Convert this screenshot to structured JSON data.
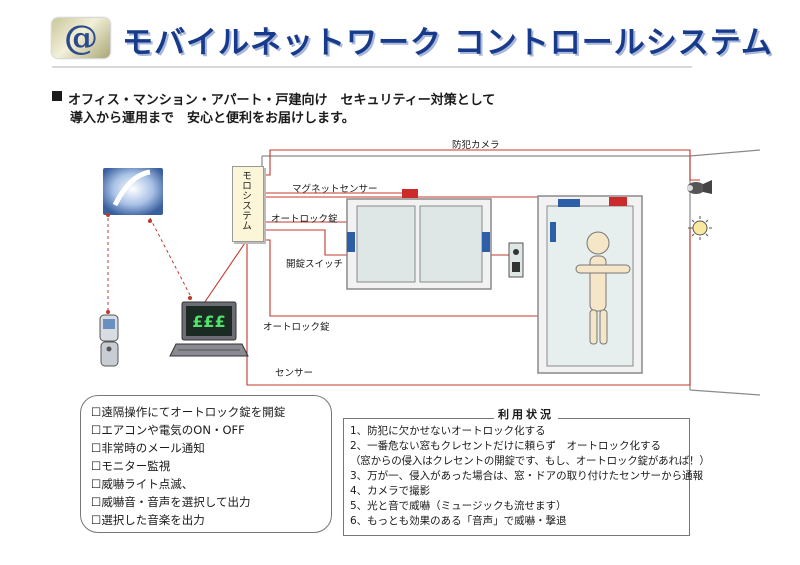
{
  "header": {
    "logo_mark": "@",
    "title": "モバイルネットワーク コントロールシステム"
  },
  "intro": {
    "line1": "オフィス・マンション・アパート・戸建向け　セキュリティー対策として",
    "line2": "導入から運用まで　安心と便利をお届けします。"
  },
  "diagram": {
    "controller_label": "モロシステム",
    "labels": {
      "camera": "防犯カメラ",
      "magnet_sensor": "マグネットセンサー",
      "auto_lock_window": "オートロック錠",
      "unlock_switch": "開錠スイッチ",
      "auto_lock_door": "オートロック錠",
      "sensor": "センサー"
    }
  },
  "features": {
    "items": [
      "遠隔操作にてオートロック錠を開錠",
      "エアコンや電気のON・OFF",
      "非常時のメール通知",
      "モニター監視",
      "威嚇ライト点滅、",
      "威嚇音・音声を選択して出力",
      "選択した音楽を出力"
    ]
  },
  "usage": {
    "title": "利用状況",
    "lines": [
      "1、防犯に欠かせないオートロック化する",
      "2、一番危ない窓もクレセントだけに頼らず　オートロック化する",
      "（窓からの侵入はクレセントの開錠です、もし、オートロック錠があれば！）",
      "3、万が一、侵入があった場合は、窓・ドアの取り付けたセンサーから通報",
      "4、カメラで撮影",
      "5、光と音で威嚇（ミュージックも流せます）",
      "6、もっとも効果のある「音声」で威嚇・撃退"
    ]
  },
  "colors": {
    "title": "#173a8a",
    "wiring": "#c0392b",
    "outline": "#8a8a8a",
    "glass": "#dfe6e6",
    "lock_blue": "#2d5fa8",
    "sensor_red": "#cc2b2b"
  }
}
